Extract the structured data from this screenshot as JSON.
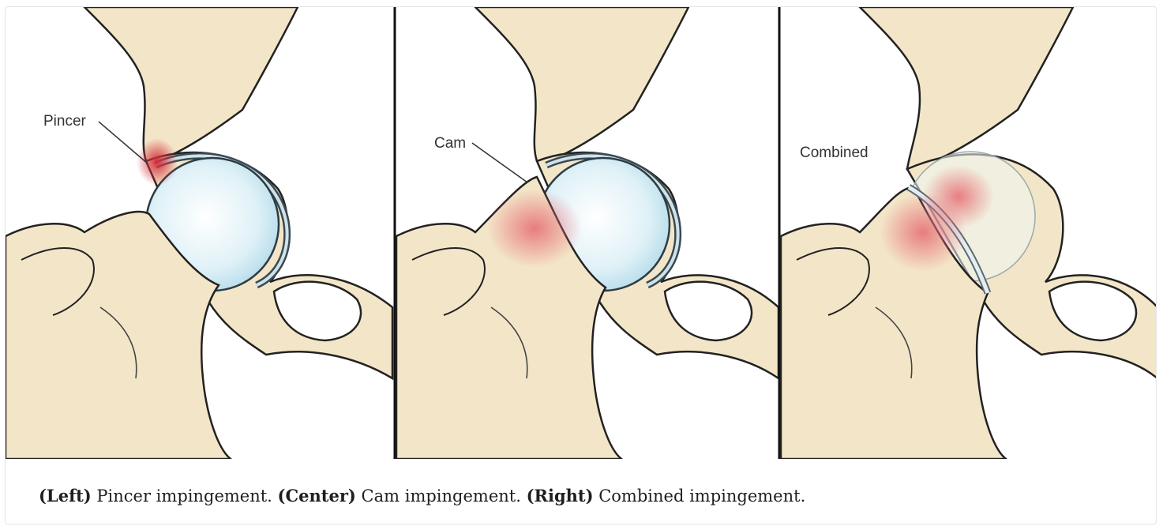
{
  "figure": {
    "panels": [
      {
        "label": "Pincer",
        "highlight": "#d8434b"
      },
      {
        "label": "Cam",
        "highlight": "#e8878d"
      },
      {
        "label": "Combined",
        "highlight": "#e8878d"
      }
    ],
    "colors": {
      "bone": "#f3e6c8",
      "bone_outline": "#222222",
      "cartilage": "#d3ecf4",
      "divider": "#111111"
    }
  },
  "caption": {
    "left_tag": "(Left)",
    "left_text": " Pincer impingement. ",
    "center_tag": "(Center)",
    "center_text": " Cam impingement. ",
    "right_tag": "(Right)",
    "right_text": " Combined impingement."
  }
}
